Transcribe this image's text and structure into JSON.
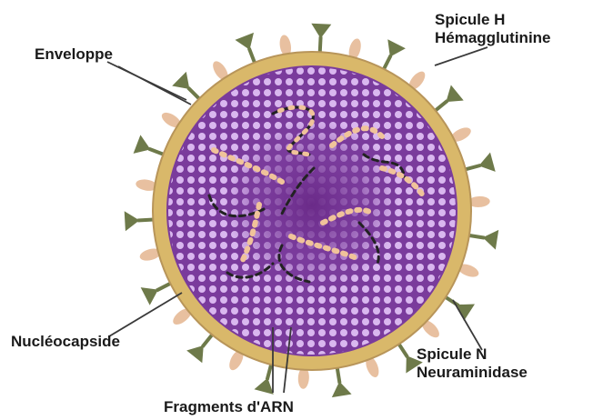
{
  "labels": {
    "envelope": "Enveloppe",
    "spike_h_line1": "Spicule H",
    "spike_h_line2": "Hémagglutinine",
    "nucleocapsid": "Nucléocapside",
    "spike_n_line1": "Spicule N",
    "spike_n_line2": "Neuraminidase",
    "rna": "Fragments d'ARN"
  },
  "colors": {
    "envelope": "#d9b86a",
    "envelope_edge": "#b8955a",
    "capsid": "#7a3b9c",
    "capsid_dot": "#d9b7ef",
    "center": "#6a2a88",
    "spike_h": "#6e7a4a",
    "spike_n": "#e8c0a0",
    "rna": "#f0c39a",
    "line": "#3a3a3a"
  },
  "spike_count": 30
}
